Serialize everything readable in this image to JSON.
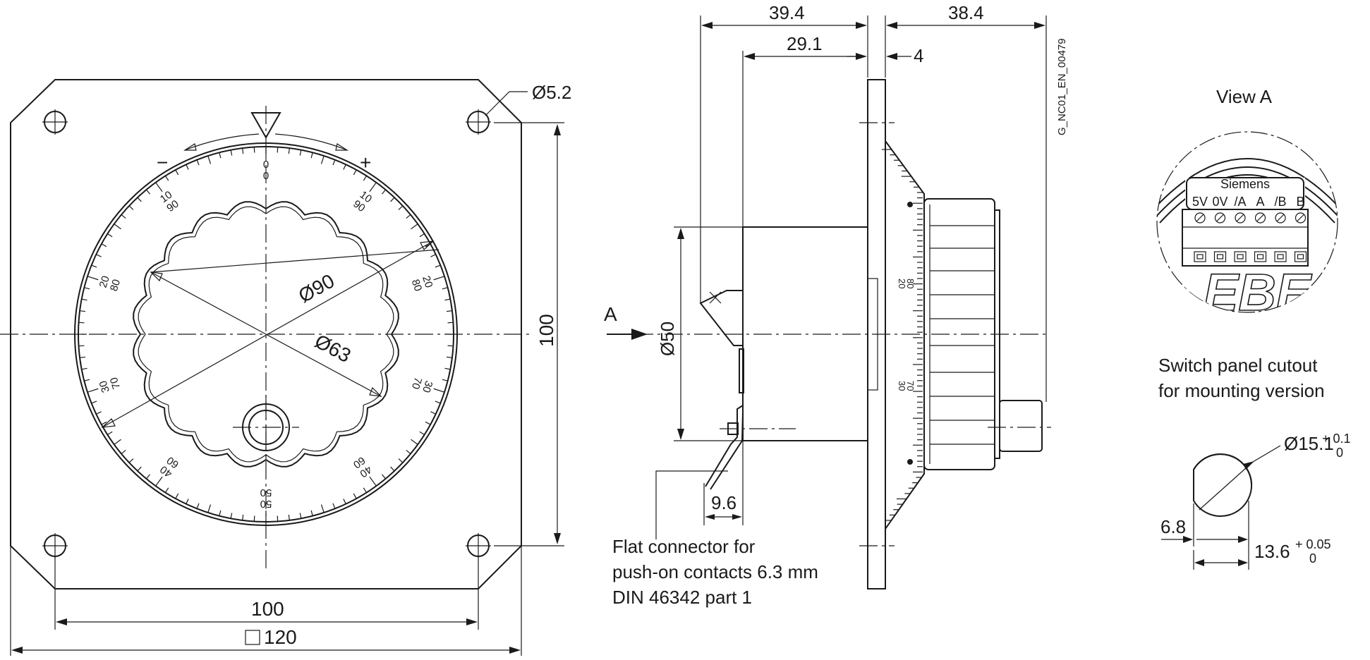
{
  "drawing_id": "G_NC01_EN_00479",
  "front": {
    "hole_dia": "Ø5.2",
    "dia_outer": "Ø90",
    "dia_inner": "Ø63",
    "height": "100",
    "hole_spacing": "100",
    "square_size": "120",
    "minus": "−",
    "plus": "+",
    "scale_labels_outer": [
      "0",
      "10",
      "20",
      "30",
      "40",
      "50",
      "40",
      "30",
      "20",
      "10"
    ],
    "scale_labels_inner": [
      "0",
      "90",
      "80",
      "70",
      "60",
      "50",
      "60",
      "70",
      "80",
      "90"
    ]
  },
  "side": {
    "dim_overall_left": "39.4",
    "dim_body": "29.1",
    "dim_plate": "4",
    "dim_overall_right": "38.4",
    "dim_body_dia": "Ø50",
    "dim_connector": "9.6",
    "view_arrow": "A",
    "knob_marks": [
      "20",
      "80",
      "30",
      "70"
    ],
    "note_line1": "Flat connector for",
    "note_line2": "push-on contacts 6.3 mm",
    "note_line3": "DIN 46342 part 1"
  },
  "view_a": {
    "title": "View A",
    "brand": "Siemens",
    "pins": [
      "5V",
      "0V",
      "/A",
      "A",
      "/B",
      "B"
    ],
    "logo": "EBE"
  },
  "cutout": {
    "title_line1": "Switch panel cutout",
    "title_line2": "for mounting version",
    "dia": "Ø15.1",
    "dia_tol_upper": "+ 0.1",
    "dia_tol_lower": "0",
    "width": "6.8",
    "offset": "13.6",
    "offset_tol_upper": "+ 0.05",
    "offset_tol_lower": "0"
  }
}
